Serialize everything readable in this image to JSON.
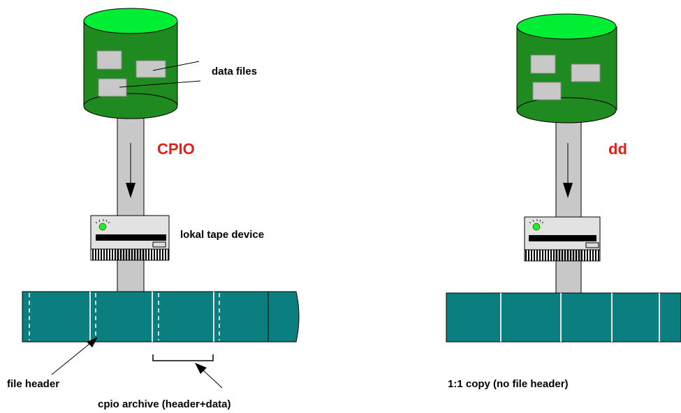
{
  "left_panel": {
    "method_label": "CPIO",
    "data_files_label": "data files",
    "tape_device_label": "lokal tape device",
    "file_header_label": "file header",
    "archive_label": "cpio archive (header+data)"
  },
  "right_panel": {
    "method_label": "dd",
    "copy_label": "1:1 copy (no file header)"
  },
  "colors": {
    "disk_green": "#1f8a1f",
    "disk_top": "#00ee33",
    "tape_teal": "#0b7f7f",
    "pipe_gray": "#c8c8c8",
    "method_red": "#e0201b",
    "led_green": "#22ee22"
  },
  "icons": [
    "disk-cylinder-icon",
    "tape-drive-icon",
    "tape-strip-icon",
    "arrow-icon"
  ]
}
